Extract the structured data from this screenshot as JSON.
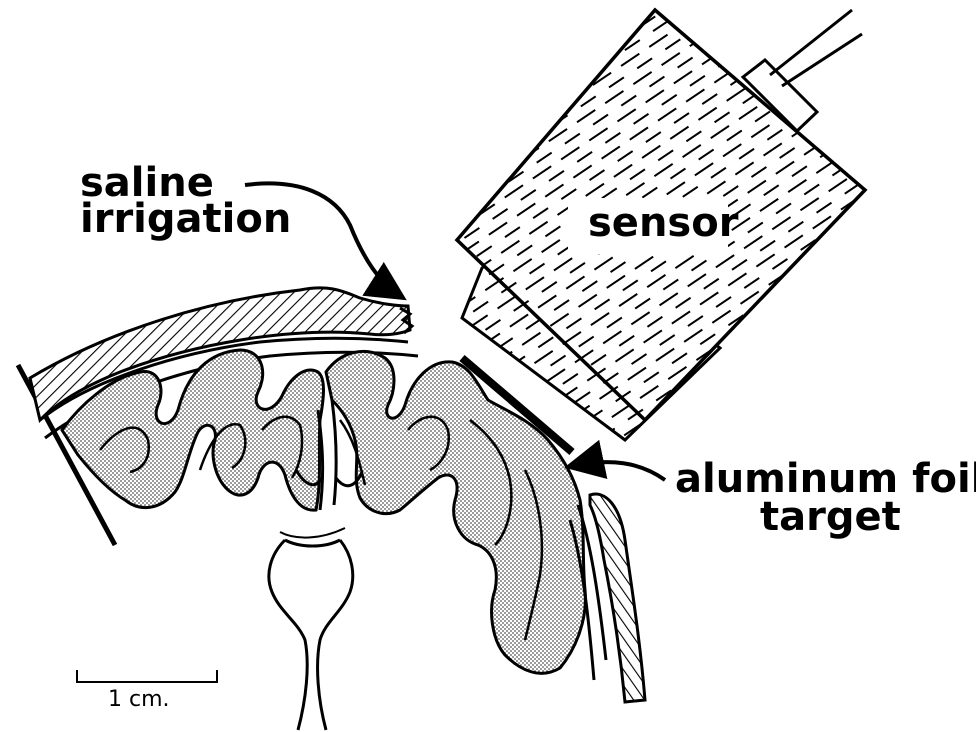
{
  "labels": {
    "saline_line1": "saline",
    "saline_line2": "irrigation",
    "sensor": "sensor",
    "foil_line1": "aluminum foil",
    "foil_line2": "target",
    "scale": "1 cm."
  },
  "colors": {
    "ink": "#000000",
    "paper": "#ffffff",
    "cortex_stipple": "#9a9a9a"
  }
}
